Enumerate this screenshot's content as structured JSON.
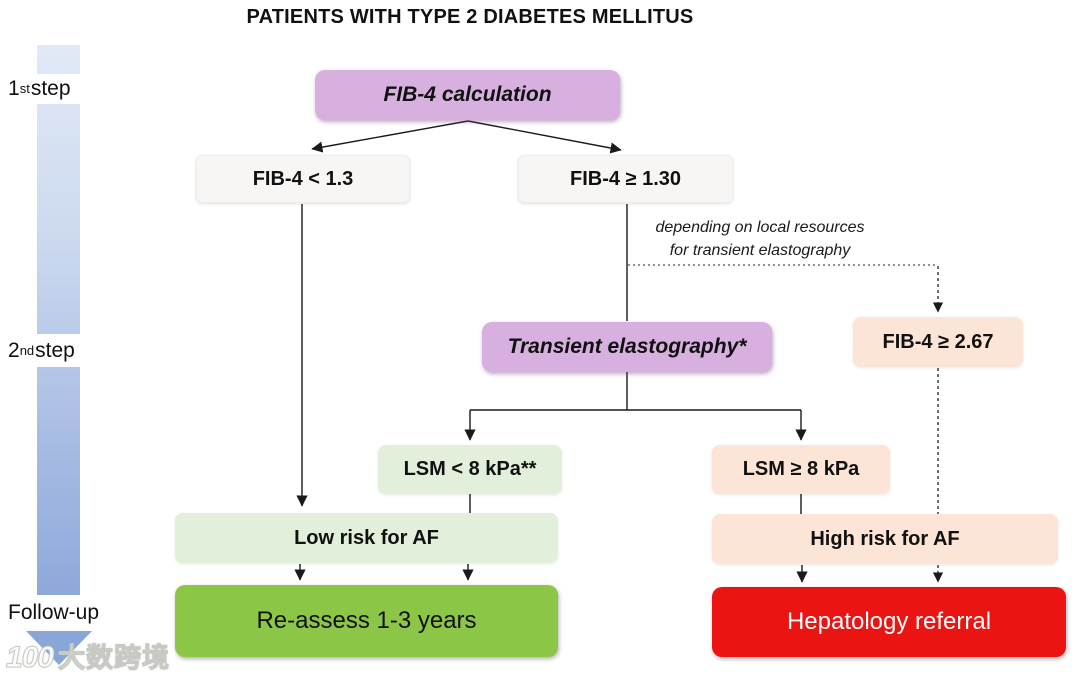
{
  "title": "PATIENTS WITH TYPE 2 DIABETES MELLITUS",
  "rail": {
    "labels": [
      {
        "num": "1",
        "sup": "st",
        "rest": " step"
      },
      {
        "num": "2",
        "sup": "nd",
        "rest": " step"
      },
      {
        "text": "Follow-up"
      }
    ]
  },
  "flow": {
    "fib4_calc": "FIB-4 calculation",
    "fib4_low": "FIB-4 < 1.3",
    "fib4_high": "FIB-4 ≥ 1.30",
    "note_line1": "depending on local resources",
    "note_line2": "for transient elastography",
    "transient_elastography": "Transient elastography*",
    "fib4_267": "FIB-4 ≥ 2.67",
    "lsm_low": "LSM < 8 kPa**",
    "lsm_high": "LSM ≥ 8 kPa",
    "low_risk": "Low risk for AF",
    "high_risk": "High risk for AF",
    "reassess": "Re-assess 1-3 years",
    "hepatology": "Hepatology referral"
  },
  "colors": {
    "purple": "#d8b0e0",
    "neutral": "#f7f6f4",
    "peach": "#fce4d6",
    "light_green": "#e2efda",
    "green": "#8cc646",
    "red": "#ec1313",
    "rail_blue_top": "#e1e9f6",
    "rail_blue_bottom": "#8ea9da",
    "line": "#1a1a1a"
  },
  "watermark": {
    "logo": "100",
    "text": "大数跨境"
  }
}
